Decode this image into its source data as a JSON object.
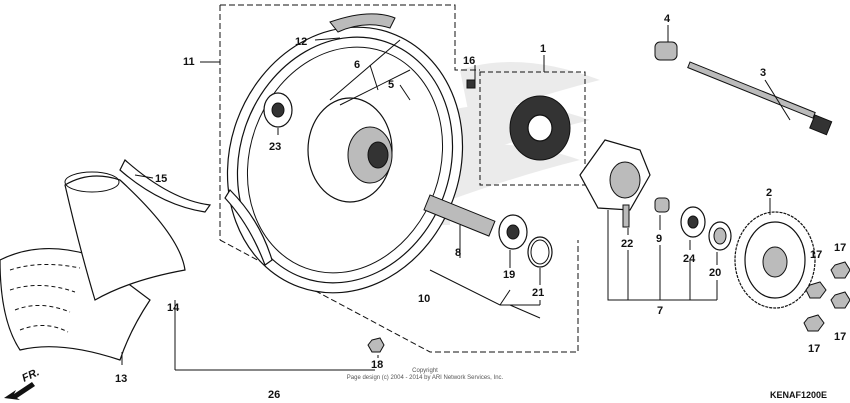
{
  "diagram": {
    "code": "KENAF1200E",
    "copyright_line1": "Copyright",
    "copyright_line2": "Page design (c) 2004 - 2014 by ARI Network Services, Inc.",
    "direction_label": "FR.",
    "callouts": [
      {
        "id": "c1",
        "label": "1"
      },
      {
        "id": "c2",
        "label": "2"
      },
      {
        "id": "c3",
        "label": "3"
      },
      {
        "id": "c4",
        "label": "4"
      },
      {
        "id": "c5",
        "label": "5"
      },
      {
        "id": "c6",
        "label": "6"
      },
      {
        "id": "c7",
        "label": "7"
      },
      {
        "id": "c8",
        "label": "8"
      },
      {
        "id": "c9",
        "label": "9"
      },
      {
        "id": "c10",
        "label": "10"
      },
      {
        "id": "c11",
        "label": "11"
      },
      {
        "id": "c12",
        "label": "12"
      },
      {
        "id": "c13",
        "label": "13"
      },
      {
        "id": "c14",
        "label": "14"
      },
      {
        "id": "c15",
        "label": "15"
      },
      {
        "id": "c16",
        "label": "16"
      },
      {
        "id": "c17a",
        "label": "17"
      },
      {
        "id": "c17b",
        "label": "17"
      },
      {
        "id": "c17c",
        "label": "17"
      },
      {
        "id": "c17d",
        "label": "17"
      },
      {
        "id": "c18",
        "label": "18"
      },
      {
        "id": "c19",
        "label": "19"
      },
      {
        "id": "c20",
        "label": "20"
      },
      {
        "id": "c21",
        "label": "21"
      },
      {
        "id": "c22",
        "label": "22"
      },
      {
        "id": "c23",
        "label": "23"
      },
      {
        "id": "c24",
        "label": "24"
      },
      {
        "id": "c26",
        "label": "26"
      }
    ]
  }
}
